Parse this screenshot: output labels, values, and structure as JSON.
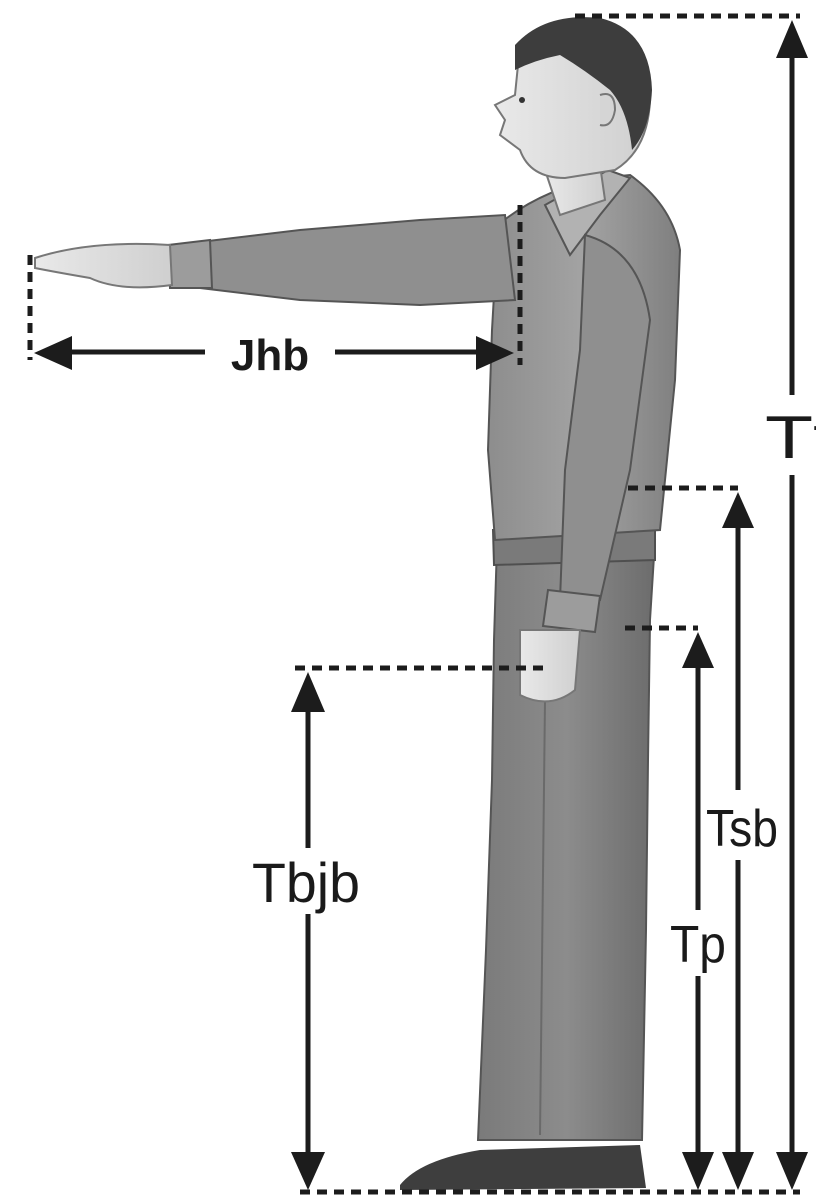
{
  "figure": {
    "labels": {
      "arm_reach": "Jhb",
      "total_height": "Tt",
      "elbow_height": "Tsb",
      "hip_height": "Tp",
      "fist_height": "Tbjb"
    }
  }
}
